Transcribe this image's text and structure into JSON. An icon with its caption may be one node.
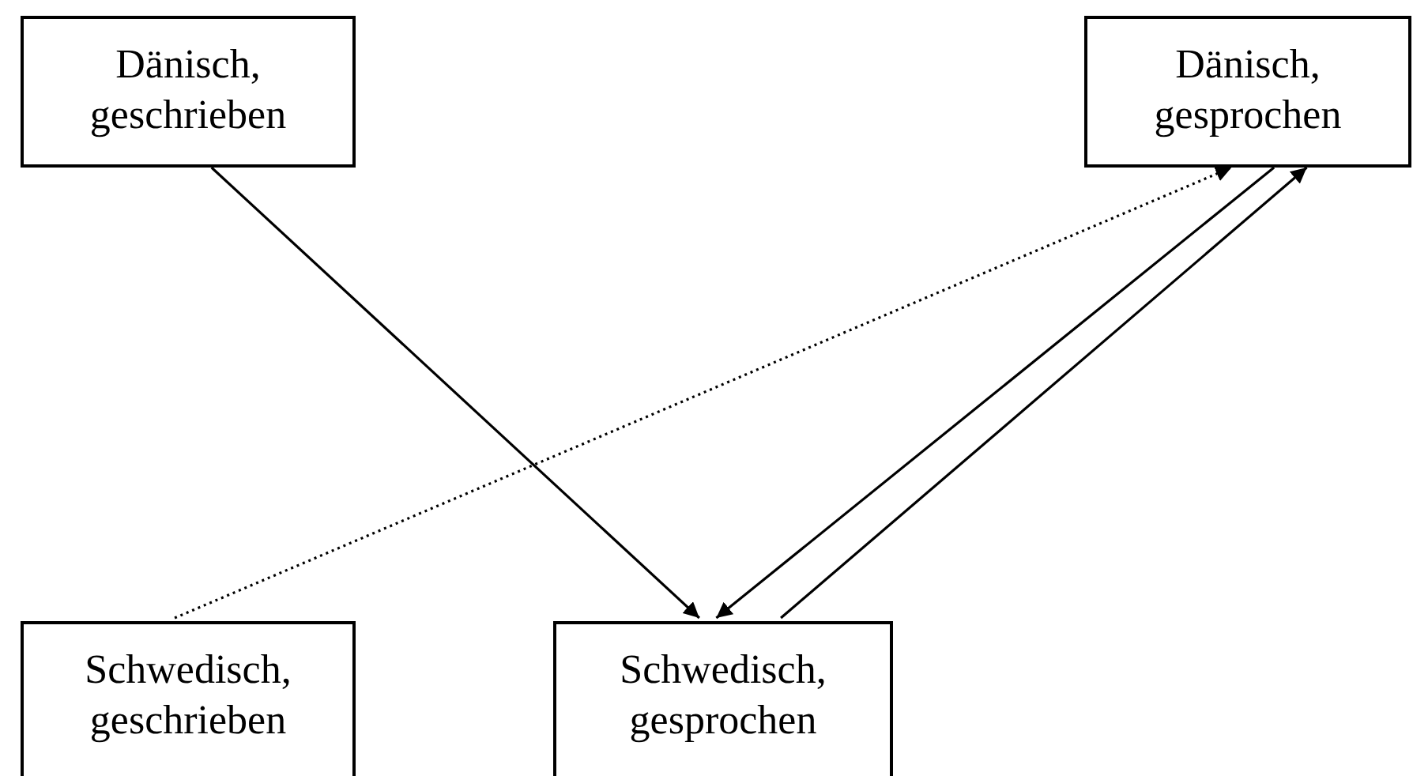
{
  "diagram": {
    "nodes": [
      {
        "text": [
          "Dänisch, geschrieben"
        ]
      },
      {
        "text": [
          "Dänisch, gesprochen"
        ]
      },
      {
        "text": [
          "Schwedisch, geschrieben"
        ]
      },
      {
        "text": [
          "Schwedisch, gesprochen"
        ]
      }
    ],
    "edges": [
      {
        "from": 0,
        "to": 3,
        "arrow": "to"
      },
      {
        "from": 2,
        "to": 1,
        "arrow": "to",
        "style": "dashed"
      },
      {
        "from": 1,
        "to": 3,
        "arrow": "to"
      },
      {
        "from": 3,
        "to": 1,
        "arrow": "to"
      }
    ]
  }
}
